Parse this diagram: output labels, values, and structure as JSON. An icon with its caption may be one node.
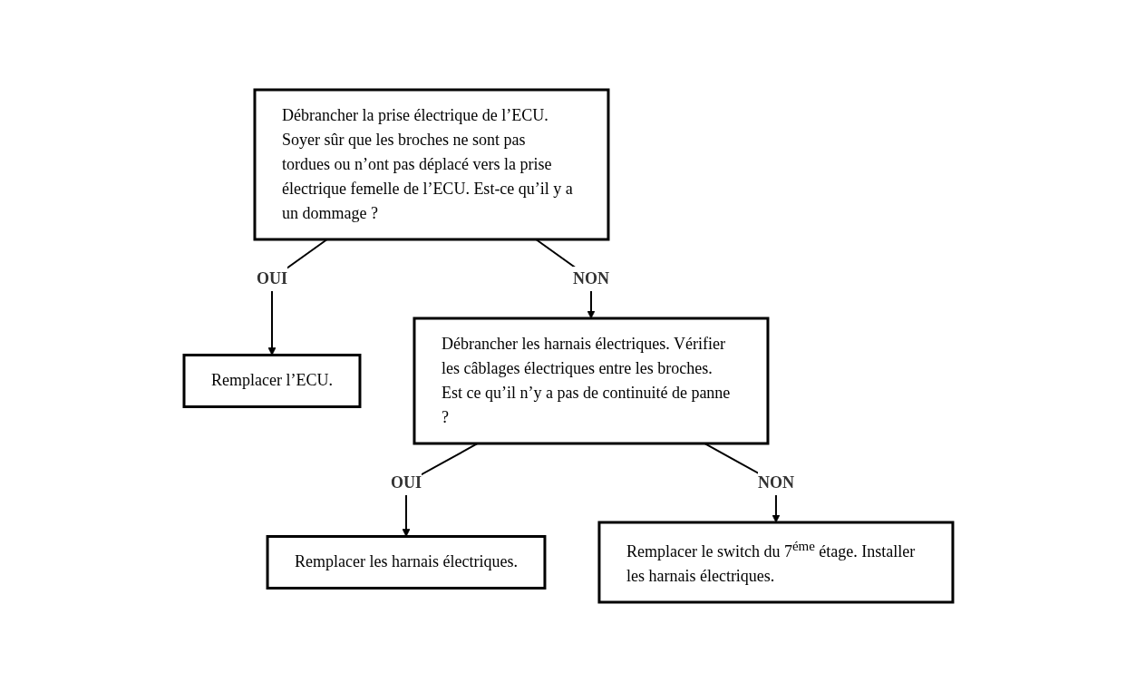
{
  "diagram": {
    "nodes": [
      {
        "text": [
          "Débrancher la prise électrique de l’ECU. Soyer sûr que les broches ne sont pas tordues ou n’ont pas déplacé vers la prise électrique femelle de l’ECU. Est-ce qu’il y a un dommage ?"
        ]
      },
      {
        "text": [
          "Remplacer l’ECU."
        ]
      },
      {
        "text": [
          "Débrancher les harnais électriques. Vérifier les câblages électriques entre les broches. Est ce qu’il n’y a pas de continuité de panne ?"
        ]
      },
      {
        "text": [
          "Remplacer les harnais électriques."
        ]
      },
      {
        "text": [
          "Remplacer le switch du 7$^{éme}$ étage. Installer les harnais électriques."
        ]
      }
    ],
    "edges": [
      {
        "from": 0,
        "to": 1,
        "arrow": "to",
        "label": "OUI"
      },
      {
        "from": 0,
        "to": 2,
        "arrow": "to",
        "label": "NON"
      },
      {
        "from": 2,
        "to": 3,
        "arrow": "to",
        "label": "OUI"
      },
      {
        "from": 2,
        "to": 4,
        "arrow": "to",
        "label": "NON"
      }
    ]
  }
}
